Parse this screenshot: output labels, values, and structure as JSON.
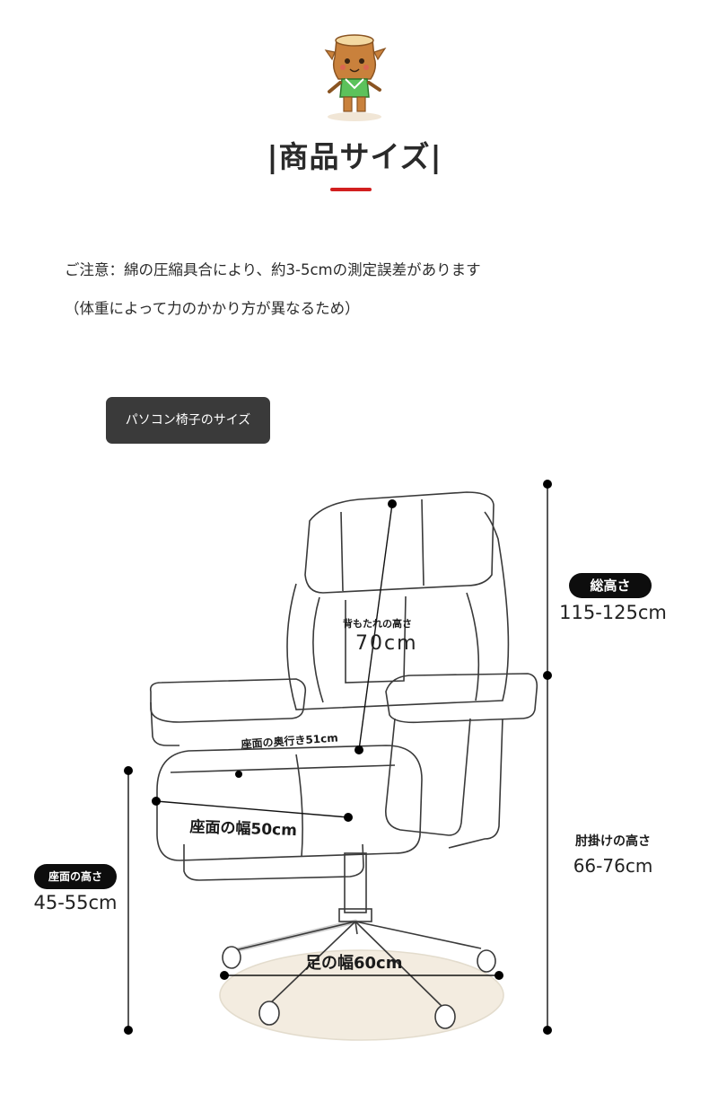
{
  "header": {
    "title": "|商品サイズ|",
    "accent_color": "#d21f1f"
  },
  "notes": {
    "line1": "ご注意：綿の圧縮具合により、約3-5cmの測定誤差があります",
    "line2": "（体重によって力のかかり方が異なるため）"
  },
  "section": {
    "label": "パソコン椅子のサイズ"
  },
  "dimensions": {
    "total_height_label": "総高さ",
    "total_height_value": "115-125cm",
    "seat_height_label": "座面の高さ",
    "seat_height_value": "45-55cm",
    "armrest_height_label": "肘掛けの高さ",
    "armrest_height_value": "66-76cm",
    "backrest_height_label": "背もたれの高さ",
    "backrest_height_value": "70cm",
    "seat_depth_label": "座面の奥行き51cm",
    "seat_width_label": "座面の幅50cm",
    "foot_width_label": "足の幅60cm"
  },
  "icons": {
    "mascot": "tree-stump-mascot-icon",
    "chair": "office-chair-illustration"
  }
}
